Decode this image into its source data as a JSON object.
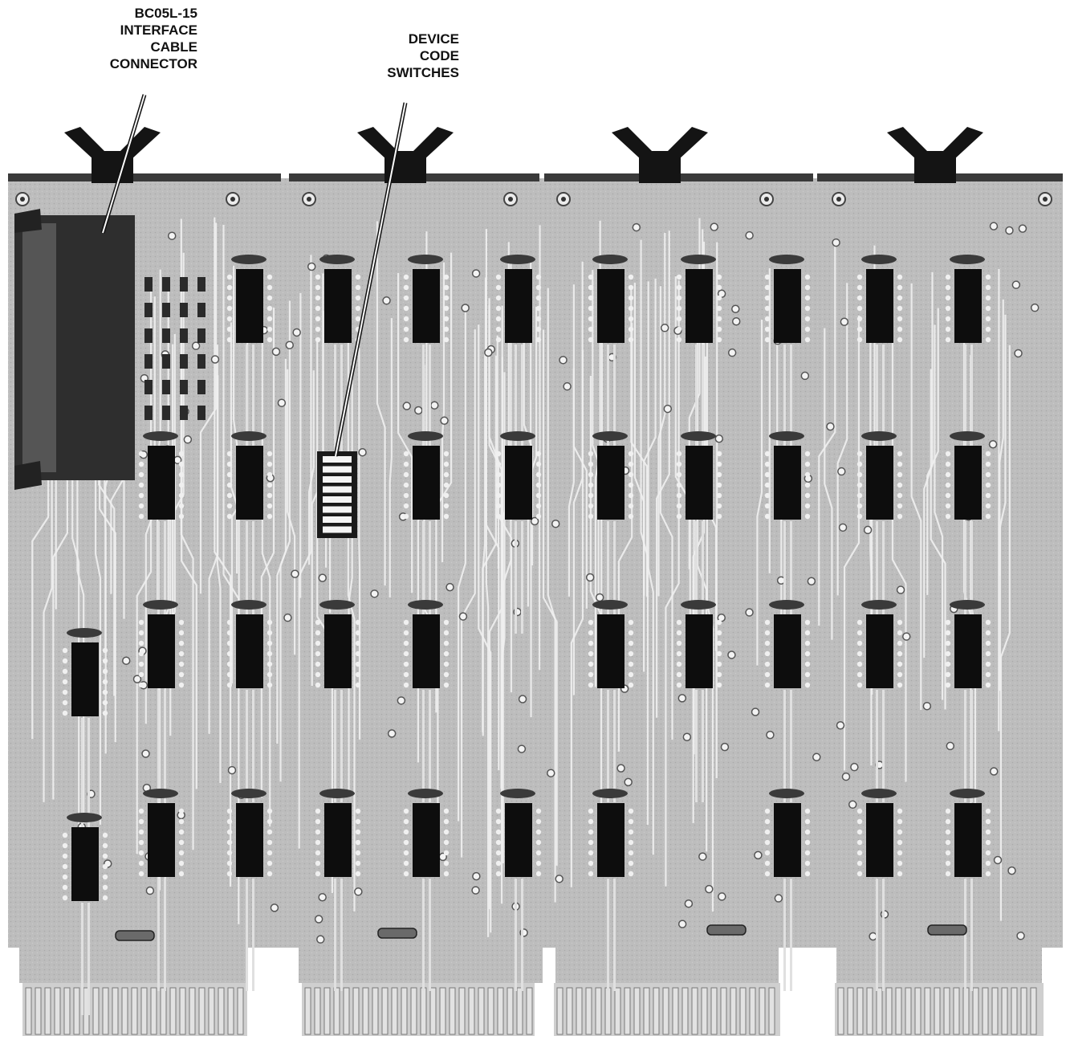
{
  "callouts": {
    "cable_connector": [
      "BC05L-15",
      "INTERFACE",
      "CABLE",
      "CONNECTOR"
    ],
    "device_code_switches": [
      "DEVICE",
      "CODE",
      "SWITCHES"
    ]
  },
  "colors": {
    "board": "#bdbdbd",
    "board_dark": "#8f8f8f",
    "chip": "#0d0d0d",
    "trace": "#efefef",
    "connector": "#2e2e2e",
    "gold_finger": "#e2e2e2",
    "ejector": "#141414",
    "text": "#111111"
  }
}
